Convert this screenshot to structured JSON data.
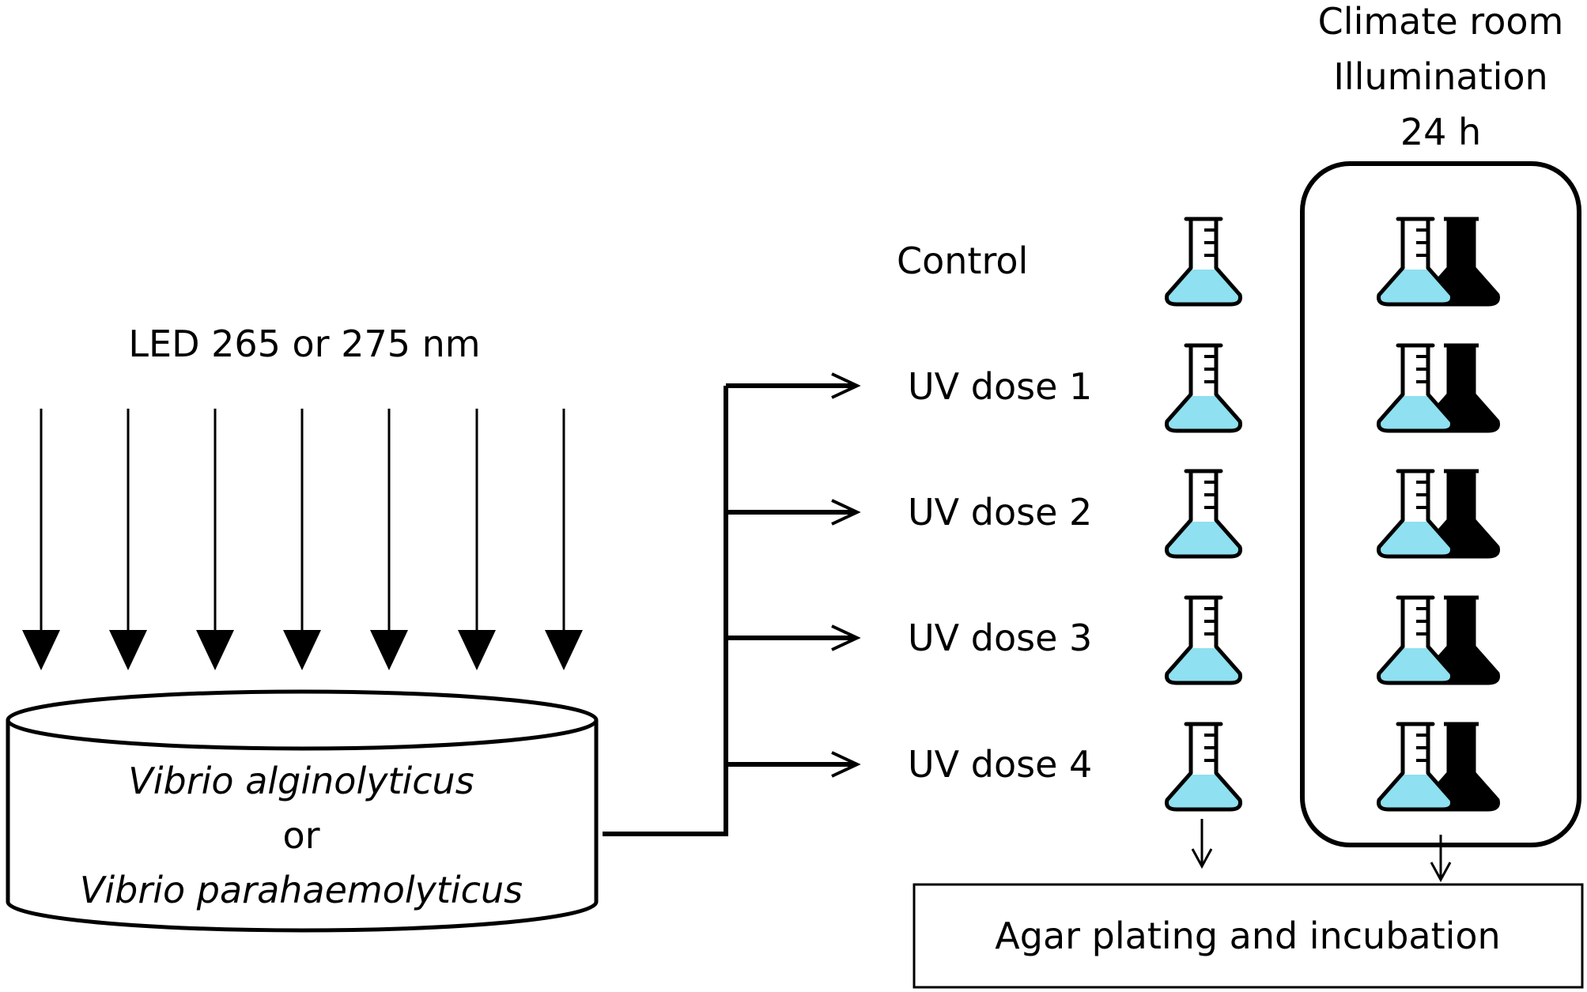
{
  "uv_source": {
    "label": "LED 265 or 275 nm"
  },
  "sample": {
    "line1": "Vibrio alginolyticus",
    "line2": "or",
    "line3": "Vibrio parahaemolyticus"
  },
  "treatments": [
    {
      "label": "Control"
    },
    {
      "label": "UV dose 1"
    },
    {
      "label": "UV dose 2"
    },
    {
      "label": "UV dose 3"
    },
    {
      "label": "UV dose 4"
    }
  ],
  "climate_room": {
    "line1": "Climate room",
    "line2": "Illumination",
    "line3": "24 h"
  },
  "plating": {
    "label": "Agar plating and incubation"
  },
  "colors": {
    "liquid": "#8fe0f0",
    "outline": "#000000",
    "dark_flask": "#000000"
  }
}
